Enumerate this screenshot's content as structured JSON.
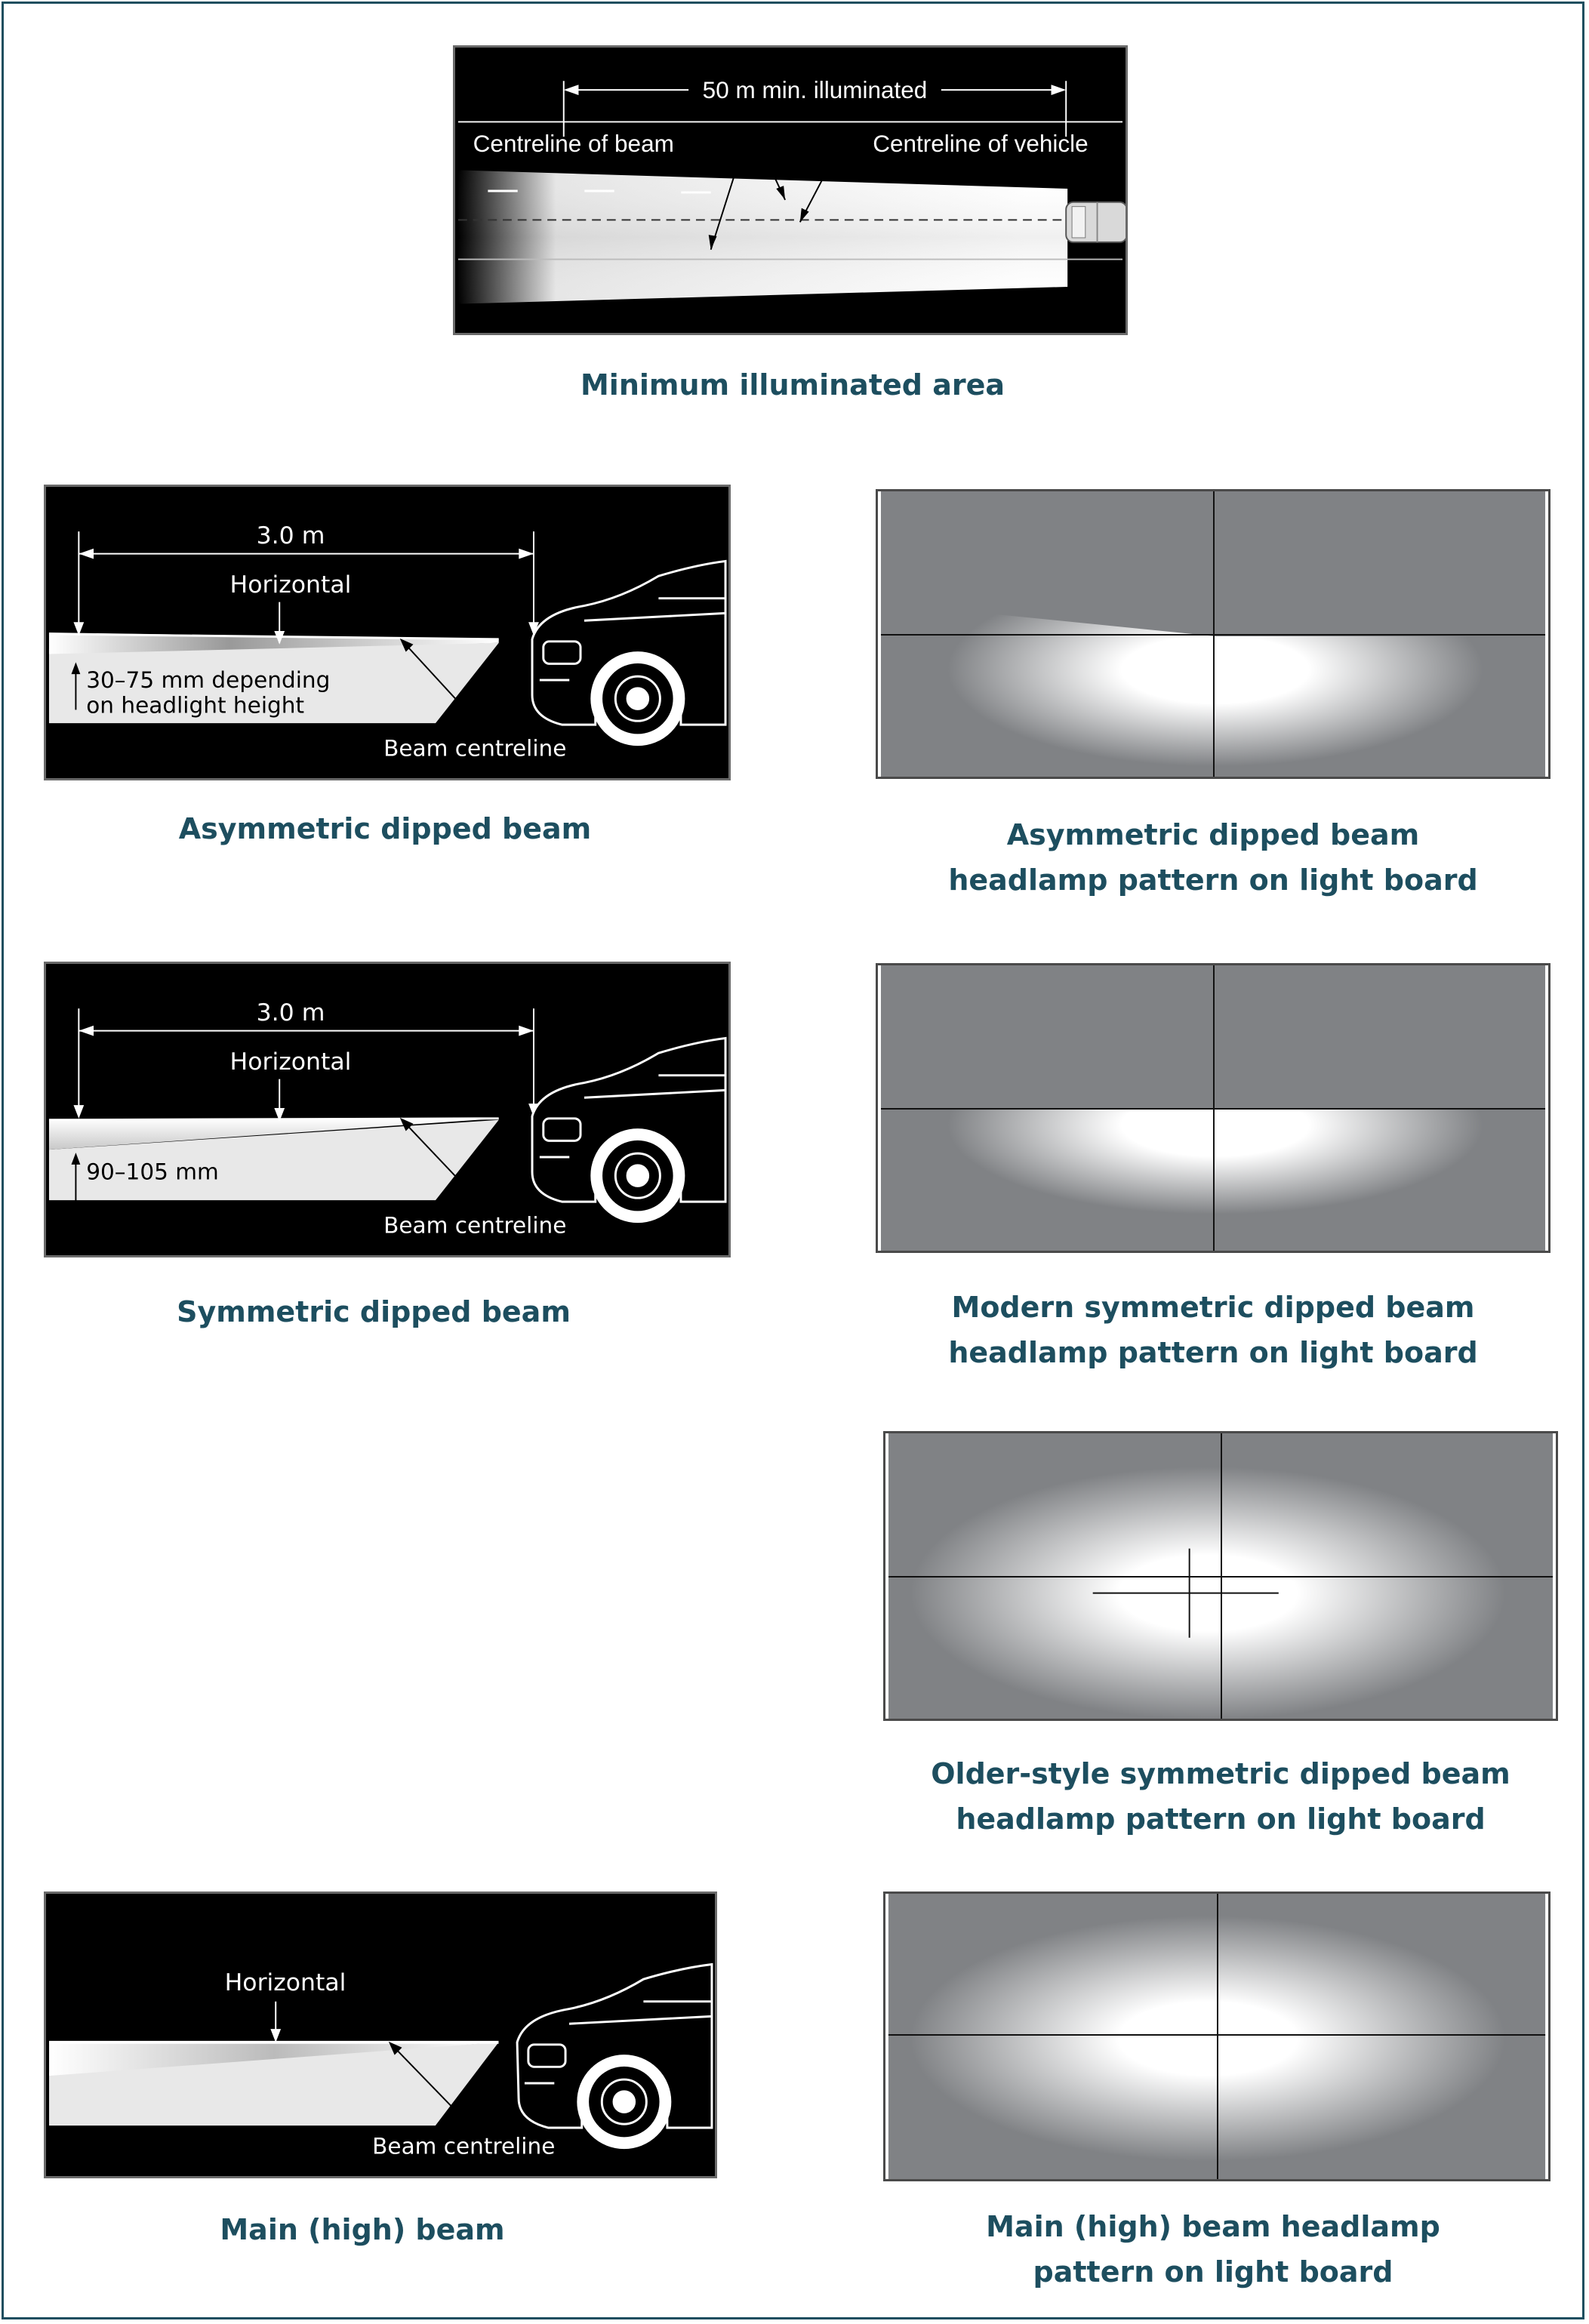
{
  "top_diagram": {
    "distance_label": "50 m min. illuminated",
    "beam_centreline_label": "Centreline of beam",
    "vehicle_centreline_label": "Centreline of vehicle",
    "caption": "Minimum illuminated area"
  },
  "asymmetric": {
    "distance_label": "3.0 m",
    "horizontal_label": "Horizontal",
    "drop_label_line1": "30–75 mm depending",
    "drop_label_line2": "on headlight height",
    "centreline_label": "Beam centreline",
    "caption": "Asymmetric dipped beam",
    "board_caption_line1": "Asymmetric dipped beam",
    "board_caption_line2": "headlamp pattern on light board"
  },
  "symmetric": {
    "distance_label": "3.0 m",
    "horizontal_label": "Horizontal",
    "drop_label": "90–105 mm",
    "centreline_label": "Beam centreline",
    "caption": "Symmetric dipped beam",
    "board_caption_line1": "Modern symmetric dipped beam",
    "board_caption_line2": "headlamp pattern on light board"
  },
  "older_style": {
    "board_caption_line1": "Older-style symmetric dipped beam",
    "board_caption_line2": "headlamp pattern on light board"
  },
  "main_beam": {
    "horizontal_label": "Horizontal",
    "centreline_label": "Beam centreline",
    "caption": "Main (high) beam",
    "board_caption_line1": "Main (high) beam headlamp",
    "board_caption_line2": "pattern on light board"
  },
  "colors": {
    "caption_teal": "#1d4e5f",
    "board_grey": "#808285",
    "panel_black": "#000000"
  }
}
